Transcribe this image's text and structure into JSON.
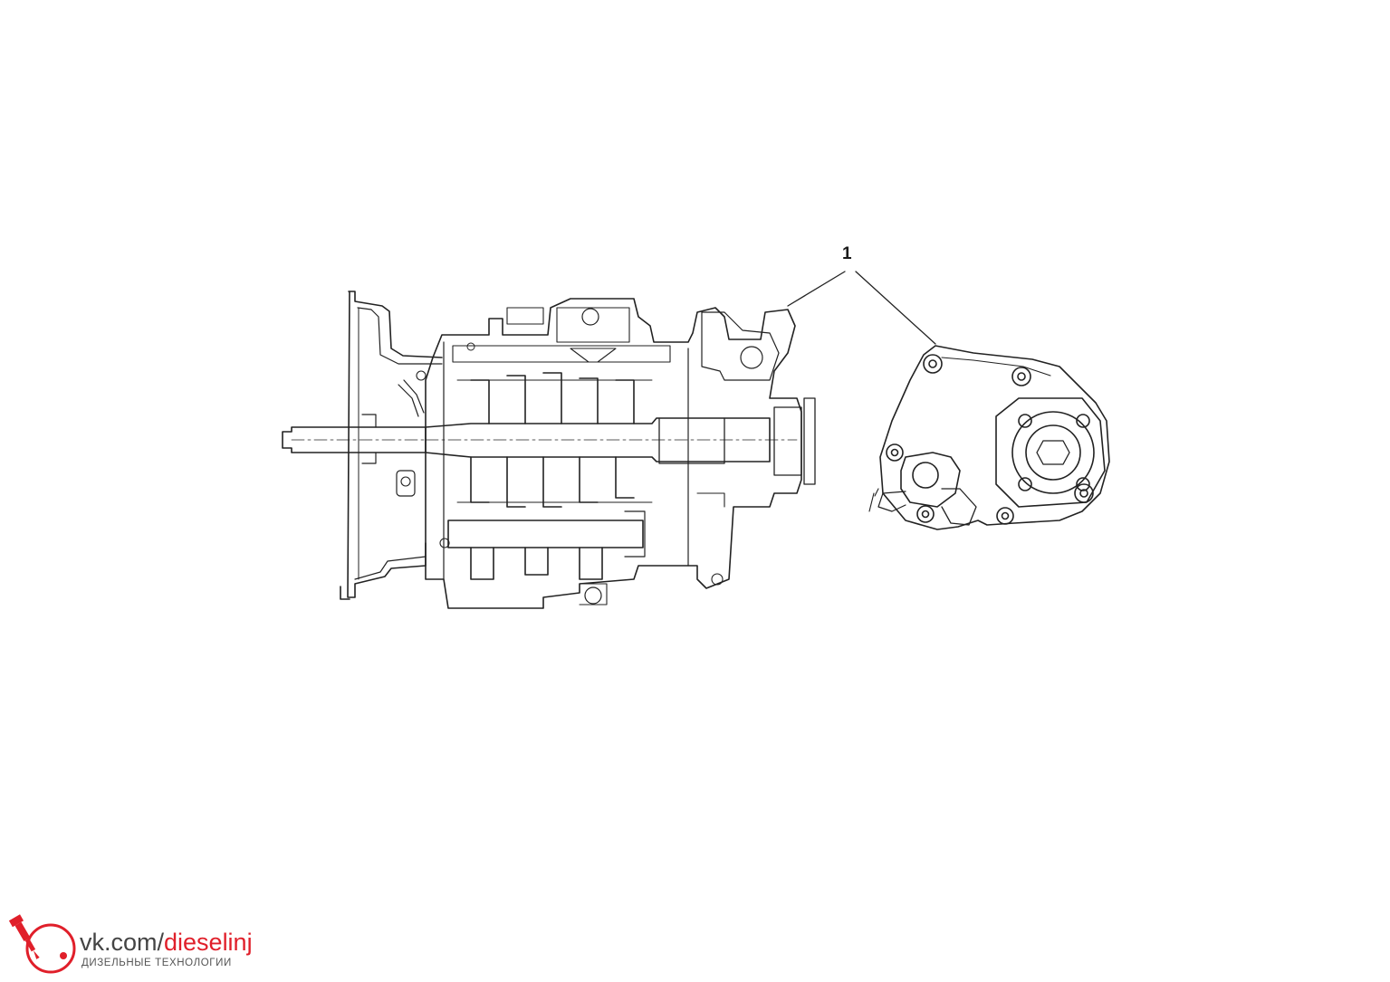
{
  "diagram": {
    "callouts": [
      {
        "label": "1"
      }
    ]
  },
  "watermark": {
    "url_prefix": "vk.com/",
    "url_accent": "dieselinj",
    "subtitle": "ДИЗЕЛЬНЫЕ ТЕХНОЛОГИИ",
    "accent_color": "#e01f2a",
    "logo_icon": "fuel-injector-logo"
  }
}
